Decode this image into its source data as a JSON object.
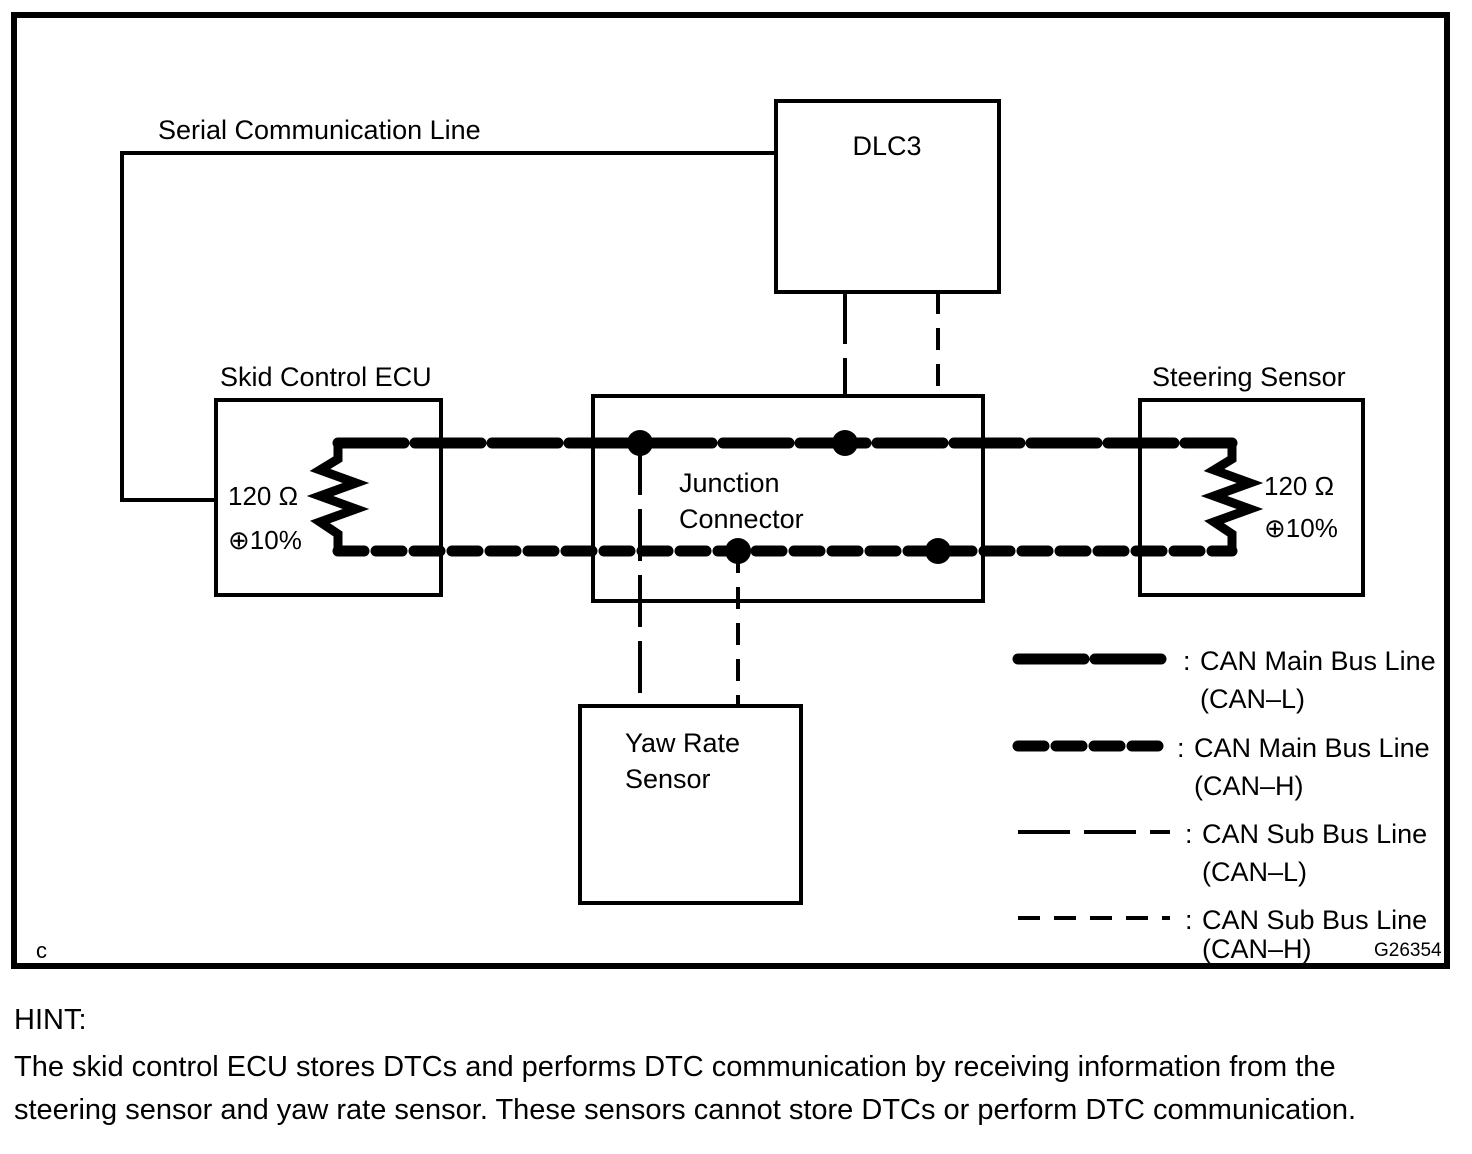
{
  "diagram": {
    "corner_mark": "c",
    "figure_code": "G26354",
    "labels": {
      "serial_line": "Serial Communication Line",
      "dlc3": "DLC3",
      "skid_control_ecu": "Skid Control ECU",
      "junction_connector_line1": "Junction",
      "junction_connector_line2": "Connector",
      "steering_sensor": "Steering Sensor",
      "yaw_rate_sensor_line1": "Yaw Rate",
      "yaw_rate_sensor_line2": "Sensor"
    },
    "terminators": [
      {
        "name": "skid-control-ecu-resistor",
        "resistance": "120 Ω",
        "tolerance": "⊕10%"
      },
      {
        "name": "steering-sensor-resistor",
        "resistance": "120 Ω",
        "tolerance": "⊕10%"
      }
    ],
    "legend": [
      {
        "style": "main-l",
        "separator": ":",
        "line1": "CAN Main Bus Line",
        "line2": "(CAN–L)"
      },
      {
        "style": "main-h",
        "separator": ":",
        "line1": "CAN Main Bus Line",
        "line2": "(CAN–H)"
      },
      {
        "style": "sub-l",
        "separator": ":",
        "line1": "CAN Sub Bus Line",
        "line2": "(CAN–L)"
      },
      {
        "style": "sub-h",
        "separator": ":",
        "line1": "CAN Sub Bus Line",
        "line2": "(CAN–H)"
      }
    ]
  },
  "hint": {
    "heading": "HINT:",
    "line1": "The skid control ECU stores DTCs and performs DTC communication by receiving information from the",
    "line2": "steering sensor and yaw rate sensor. These sensors cannot store DTCs or perform DTC communication."
  },
  "colors": {
    "ink": "#000000",
    "paper": "#ffffff"
  }
}
